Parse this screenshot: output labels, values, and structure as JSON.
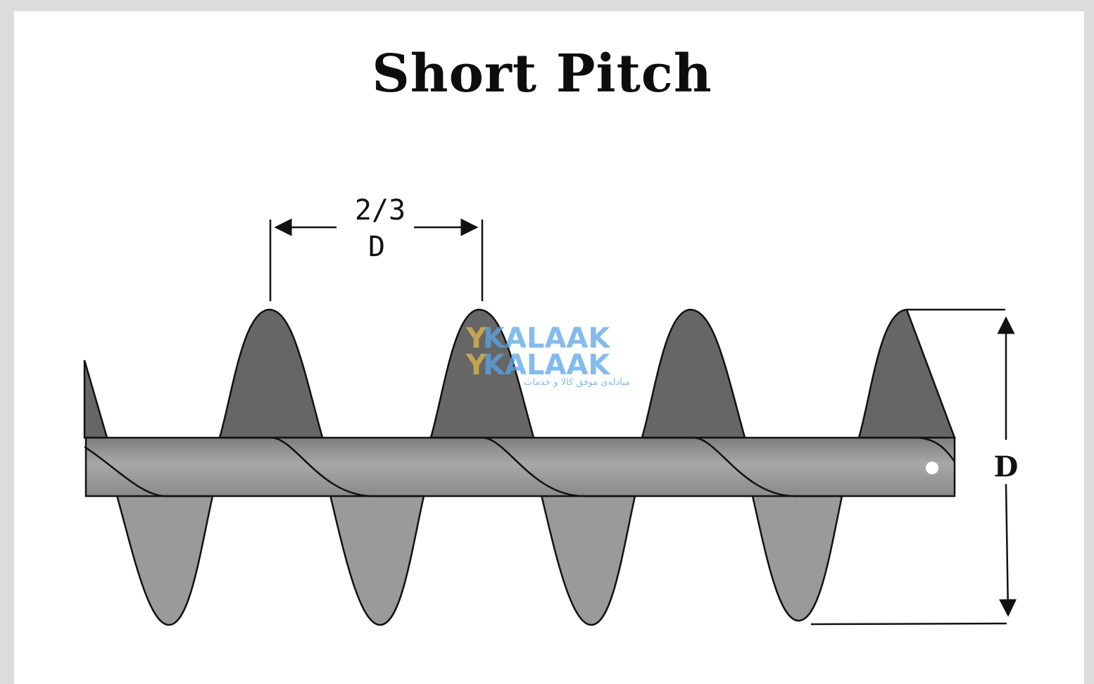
{
  "title": "Short Pitch",
  "dimensions": {
    "pitch_label_line1": "2/3",
    "pitch_label_line2": "D",
    "diameter_label": "D"
  },
  "watermark": {
    "brand_first_letter": "Y",
    "brand_rest": "KALAAK",
    "tagline": "مبادله‌ی موفق کالا و خدمات"
  },
  "colors": {
    "background": "#dcdcdc",
    "panel": "#ffffff",
    "flight_dark": "#666666",
    "flight_light": "#9a9a9a",
    "shaft": "#9c9c9c",
    "outline": "#111111"
  }
}
